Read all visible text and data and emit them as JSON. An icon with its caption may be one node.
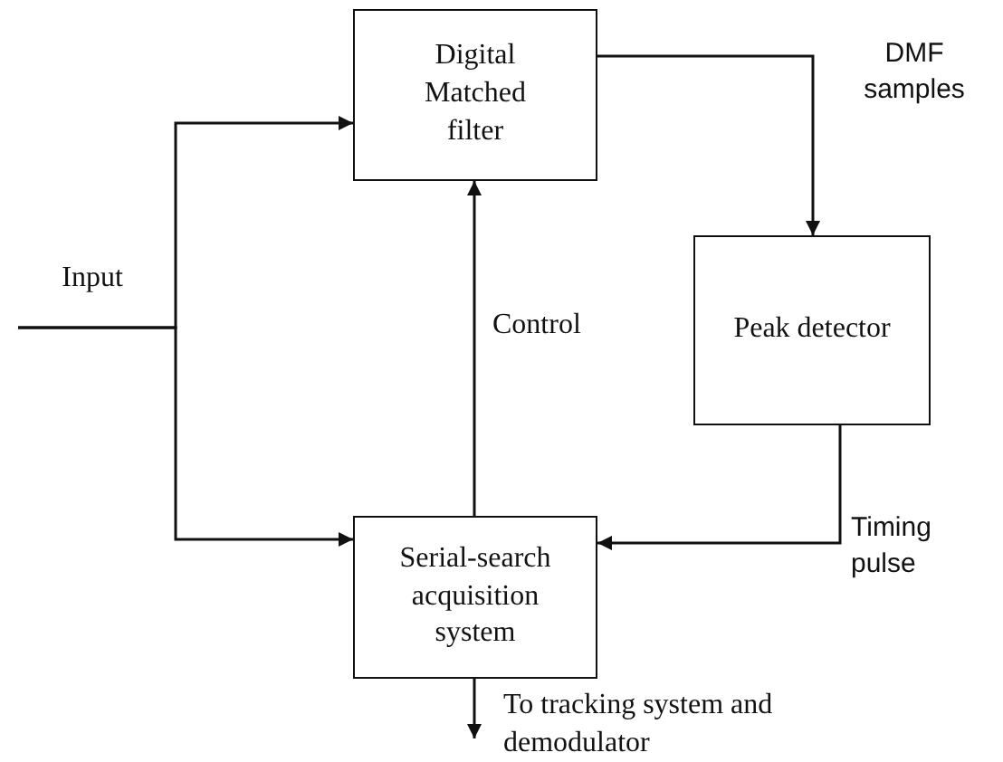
{
  "diagram": {
    "nodes": [
      {
        "text": [
          "Input"
        ]
      },
      {
        "text": [
          "Digital Matched filter"
        ]
      },
      {
        "text": [
          "Peak detector"
        ]
      },
      {
        "text": [
          "Serial-search acquisition system"
        ]
      }
    ],
    "edges": [
      {
        "from": 0,
        "to": 1,
        "arrow": "to"
      },
      {
        "from": 0,
        "to": 3,
        "arrow": "to"
      },
      {
        "from": 1,
        "to": 2,
        "arrow": "to",
        "label": "DMF samples"
      },
      {
        "from": 2,
        "to": 3,
        "arrow": "to",
        "label": "Timing pulse"
      },
      {
        "from": 3,
        "to": 1,
        "arrow": "to",
        "label": "Control"
      },
      {
        "from": 3,
        "to": null,
        "arrow": "to",
        "label": "To tracking system and demodulator"
      }
    ]
  }
}
